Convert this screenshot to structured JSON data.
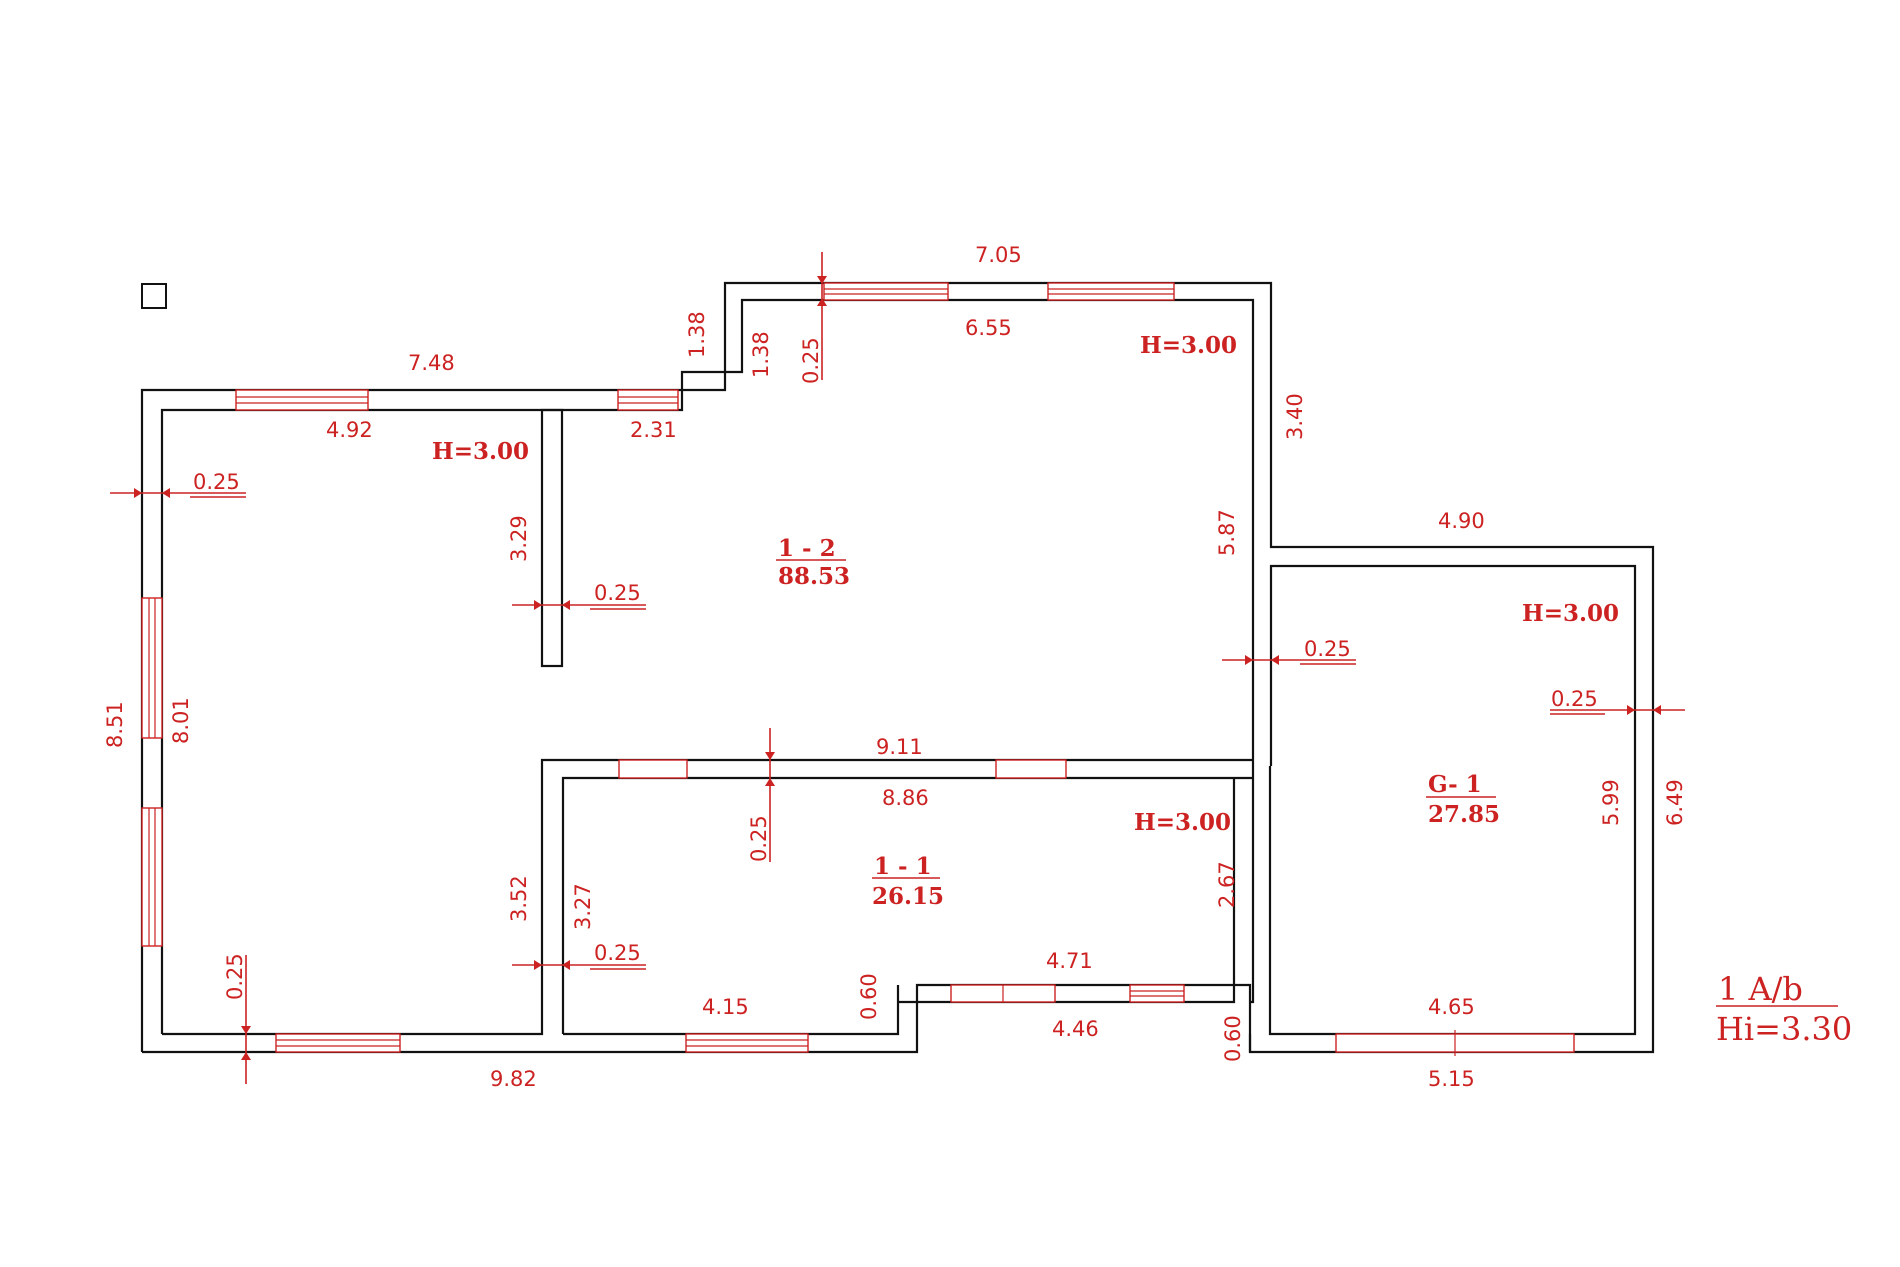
{
  "title_block": {
    "line1": "1  A/b",
    "line2": "Hi=3.30"
  },
  "rooms": [
    {
      "id": "1 - 2",
      "area": "88.53",
      "height": "H=3.00"
    },
    {
      "id": "1 - 1",
      "area": "26.15",
      "height": "H=3.00"
    },
    {
      "id": "G- 1",
      "area": "27.85",
      "height": "H=3.00"
    }
  ],
  "left_height_label": "H=3.00",
  "dimensions": {
    "top_7_05": "7.05",
    "top_6_55": "6.55",
    "top_7_48": "7.48",
    "top_4_92": "4.92",
    "top_2_31": "2.31",
    "step_1_38_outer": "1.38",
    "step_1_38_inner": "1.38",
    "wall_0_25_top": "0.25",
    "right_3_40": "3.40",
    "right_4_90": "4.90",
    "right_5_87": "5.87",
    "wall_0_25_mid_right": "0.25",
    "wall_0_25_g": "0.25",
    "g_5_99": "5.99",
    "g_6_49": "6.49",
    "g_4_65": "4.65",
    "g_5_15": "5.15",
    "left_0_25": "0.25",
    "left_8_51": "8.51",
    "left_8_01": "8.01",
    "partition_3_29": "3.29",
    "partition_0_25": "0.25",
    "mid_9_11": "9.11",
    "mid_8_86": "8.86",
    "mid_0_25": "0.25",
    "r11_2_67": "2.67",
    "partition_3_52": "3.52",
    "partition_3_27": "3.27",
    "partition_0_25_low": "0.25",
    "bottom_0_25_left": "0.25",
    "bottom_9_82": "9.82",
    "bottom_4_15": "4.15",
    "bottom_0_60_a": "0.60",
    "bottom_4_71": "4.71",
    "bottom_4_46": "4.46",
    "bottom_0_60_b": "0.60"
  },
  "colors": {
    "wall": "#111111",
    "annotation": "#cc2222"
  }
}
